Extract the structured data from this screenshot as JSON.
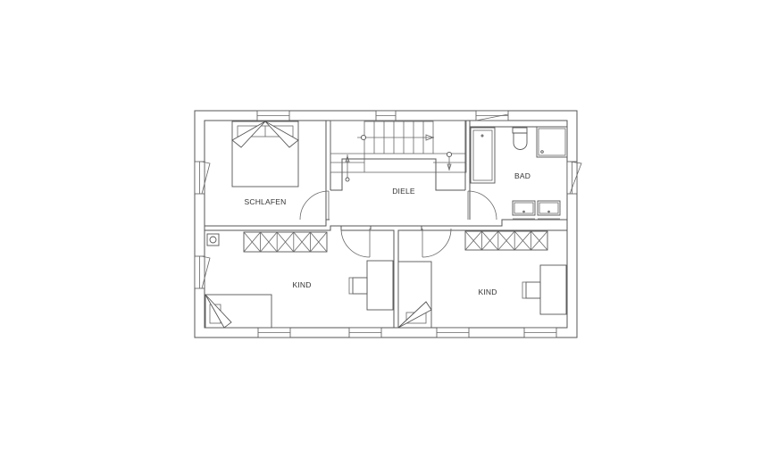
{
  "rooms": {
    "schlafen": "SCHLAFEN",
    "diele": "DIELE",
    "bad": "BAD",
    "kind_left": "KIND",
    "kind_right": "KIND"
  }
}
